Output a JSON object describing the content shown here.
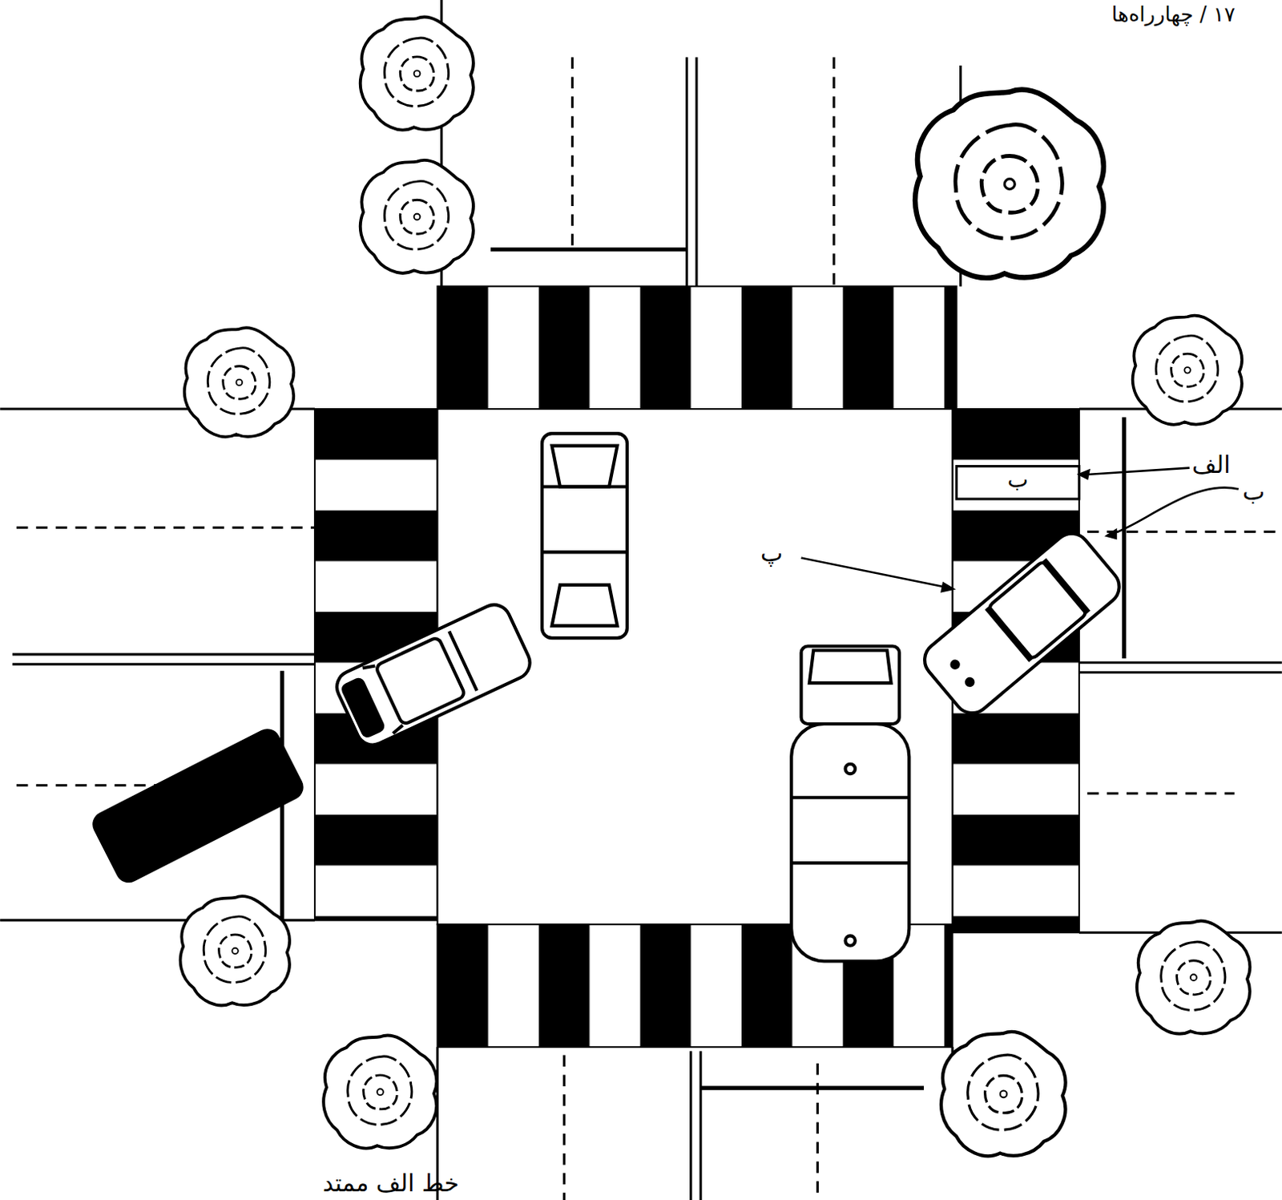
{
  "diagram": {
    "labels": [
      "۱۷ / چهارراه‌ها",
      "الف",
      "ب",
      "پ",
      "ب",
      "خط الف ممتد"
    ]
  }
}
